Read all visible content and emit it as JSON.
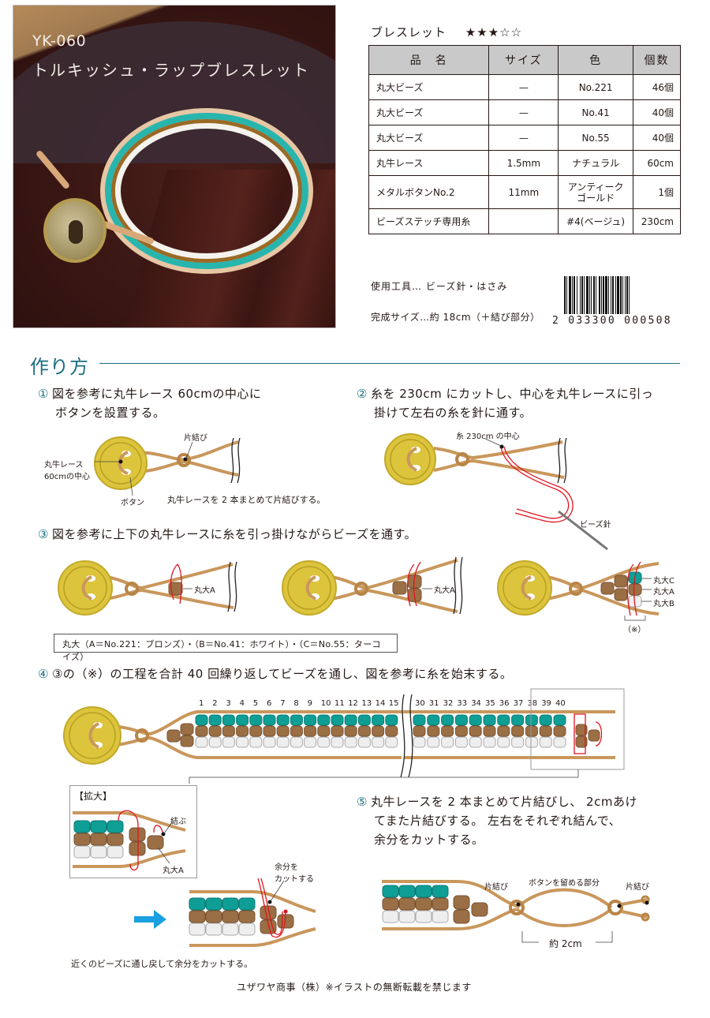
{
  "product": {
    "code": "YK-060",
    "title": "トルキッシュ・ラップブレスレット",
    "category": "ブレスレット",
    "difficulty_stars": "★★★☆☆",
    "difficulty": {
      "filled": 3,
      "total": 5
    }
  },
  "materials": {
    "headers": [
      "品　名",
      "サイズ",
      "色",
      "個数"
    ],
    "rows": [
      {
        "name": "丸大ビーズ",
        "size": "—",
        "color": "No.221",
        "qty": "46個"
      },
      {
        "name": "丸大ビーズ",
        "size": "—",
        "color": "No.41",
        "qty": "40個"
      },
      {
        "name": "丸大ビーズ",
        "size": "—",
        "color": "No.55",
        "qty": "40個"
      },
      {
        "name": "丸牛レース",
        "size": "1.5mm",
        "color": "ナチュラル",
        "qty": "60cm"
      },
      {
        "name": "メタルボタンNo.2",
        "size": "11mm",
        "color": "アンティーク\nゴールド",
        "color_line1": "アンティーク",
        "color_line2": "ゴールド",
        "qty": "1個"
      },
      {
        "name": "ビーズステッチ専用糸",
        "size": "",
        "color": "#4(ベージュ)",
        "qty": "230cm"
      }
    ]
  },
  "tools": "使用工具…  ビーズ針・はさみ",
  "finished_size": "完成サイズ…約 18cm（＋結び部分）",
  "barcode": {
    "number": "2 033300 000508"
  },
  "section_title": "作り方",
  "steps": [
    {
      "num": "①",
      "line1": "図を参考に丸牛レース 60cmの中心に",
      "line2": "ボタンを設置する。",
      "labels": {
        "knot": "片結び",
        "cord_center_1": "丸牛レース",
        "cord_center_2": "60cmの中心",
        "button": "ボタン",
        "note": "丸牛レースを 2 本まとめて片結びする。"
      }
    },
    {
      "num": "②",
      "line1": "糸を 230cm にカットし、中心を丸牛レースに引っ",
      "line2": "掛けて左右の糸を針に通す。",
      "labels": {
        "thread_center": "糸 230cm の中心",
        "needle": "ビーズ針"
      }
    },
    {
      "num": "③",
      "line1": "図を参考に上下の丸牛レースに糸を引っ掛けながらビーズを通す。",
      "labels": {
        "bead_a": "丸大A",
        "bead_b": "丸大B",
        "bead_c": "丸大C",
        "note_mark": "（※）"
      },
      "legend": "丸大（A＝No.221：ブロンズ）・（B＝No.41：ホワイト）・（C＝No.55：ターコイズ）"
    },
    {
      "num": "④",
      "line1": "③の（※）の工程を合計 40 回繰り返してビーズを通し、図を参考に糸を始末する。",
      "counts_left": [
        "1",
        "2",
        "3",
        "4",
        "5",
        "6",
        "7",
        "8",
        "9",
        "10",
        "11",
        "12",
        "13",
        "14",
        "15"
      ],
      "counts_right": [
        "30",
        "31",
        "32",
        "33",
        "34",
        "35",
        "36",
        "37",
        "38",
        "39",
        "40"
      ],
      "zoom_label": "【拡大】",
      "labels": {
        "tie": "結ぶ",
        "bead_a": "丸大A",
        "cut_1": "余分を",
        "cut_2": "カットする"
      },
      "back_note": "近くのビーズに通し戻して余分をカットする。"
    },
    {
      "num": "⑤",
      "line1": "丸牛レースを 2 本まとめて片結びし、 2cmあけ",
      "line2": "てまた片結びする。 左右をそれぞれ結んで、",
      "line3": "余分をカットする。",
      "labels": {
        "knot_left": "片結び",
        "knot_right": "片結び",
        "button_part": "ボタンを留める部分",
        "distance": "約 2cm"
      }
    }
  ],
  "colors": {
    "accent_teal": "#1b6e80",
    "bead_turquoise": "#0f9e96",
    "bead_bronze": "#9b6f45",
    "bead_white": "#eeeeee",
    "cord": "#c9975c",
    "button": "#d9c23a",
    "thread": "#e0141e",
    "arrow": "#1aa0e0"
  },
  "footer": "ユザワヤ商事（株）※イラストの無断転載を禁じます"
}
